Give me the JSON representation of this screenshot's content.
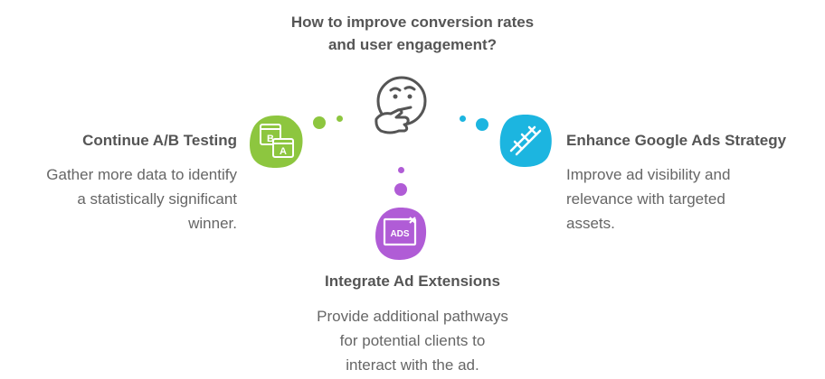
{
  "title": {
    "line1": "How to improve conversion rates",
    "line2": "and user engagement?"
  },
  "nodes": {
    "ab_testing": {
      "heading": "Continue A/B Testing",
      "desc": [
        "Gather more data to identify",
        "a statistically significant",
        "winner."
      ],
      "color": "#8dc63f",
      "icon": "ab-test-icon",
      "icon_text": [
        "B",
        "A"
      ]
    },
    "google_ads": {
      "heading": "Enhance Google Ads Strategy",
      "desc": [
        "Improve ad visibility and",
        "relevance with targeted",
        "assets."
      ],
      "color": "#1cb5e0",
      "icon": "link-chain-icon"
    },
    "ad_extensions": {
      "heading": "Integrate Ad Extensions",
      "desc": [
        "Provide additional pathways",
        "for potential clients to",
        "interact with the ad."
      ],
      "color": "#b05cd6",
      "icon": "ads-window-icon",
      "icon_text": "ADS"
    }
  },
  "center_icon": "thinking-face-icon"
}
